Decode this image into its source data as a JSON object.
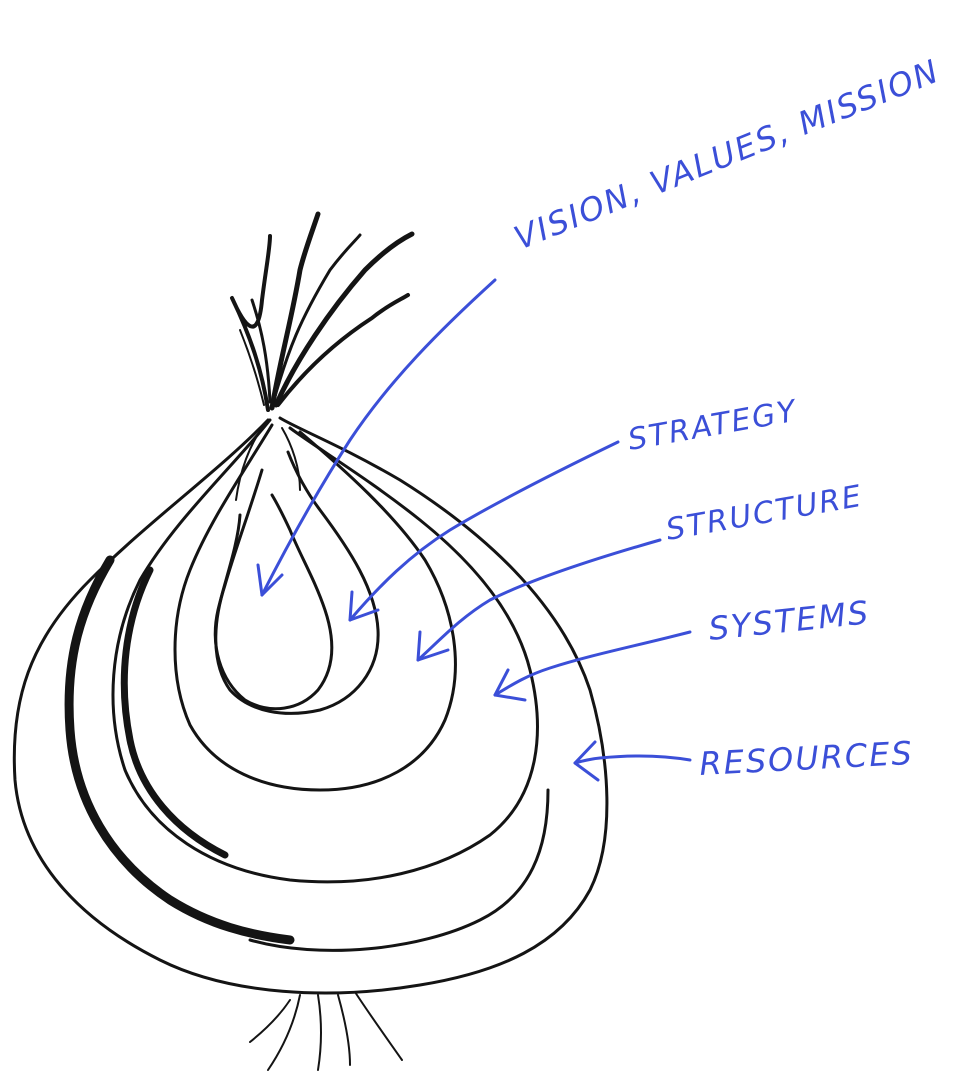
{
  "diagram": {
    "labels": {
      "vision": "VISION, VALUES, MISSION",
      "strategy": "STRATEGY",
      "structure": "STRUCTURE",
      "systems": "SYSTEMS",
      "resources": "RESOURCES"
    },
    "colors": {
      "ink": "#141414",
      "annotation": "#3b4fd8",
      "background": "#ffffff"
    }
  }
}
